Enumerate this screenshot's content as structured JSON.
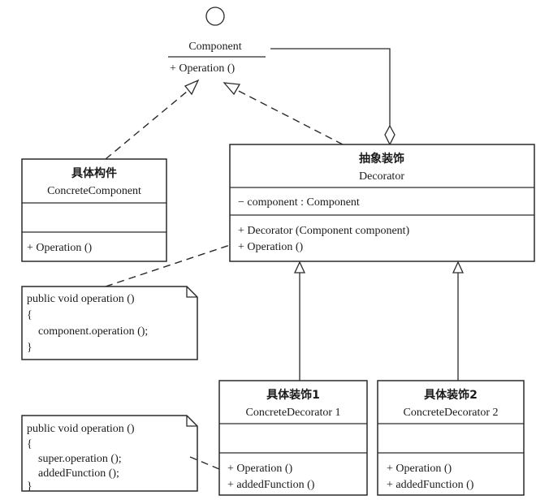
{
  "diagram": {
    "type": "UML class diagram (Decorator pattern)",
    "interface": {
      "name": "Component",
      "operations": [
        "+ Operation ()"
      ]
    },
    "concrete_component": {
      "name_cn": "具体构件",
      "name_en": "ConcreteComponent",
      "attributes": [],
      "operations": [
        "+ Operation ()"
      ]
    },
    "decorator": {
      "name_cn": "抽象装饰",
      "name_en": "Decorator",
      "attributes": [
        "− component : Component"
      ],
      "operations": [
        "+ Decorator (Component component)",
        "+ Operation ()"
      ]
    },
    "concrete_decorator_1": {
      "name_cn": "具体装饰1",
      "name_en": "ConcreteDecorator  1",
      "attributes": [],
      "operations": [
        "+ Operation ()",
        "+ addedFunction ()"
      ]
    },
    "concrete_decorator_2": {
      "name_cn": "具体装饰2",
      "name_en": "ConcreteDecorator  2",
      "attributes": [],
      "operations": [
        "+ Operation ()",
        "+ addedFunction ()"
      ]
    },
    "note_decorator": {
      "lines": [
        "public void operation ()",
        "{",
        "   component.operation ();",
        "}"
      ]
    },
    "note_concrete_decorator": {
      "lines": [
        "public void operation ()",
        "{",
        "   super.operation ();",
        "   addedFunction ();",
        "}"
      ]
    },
    "relationships": [
      {
        "from": "ConcreteComponent",
        "to": "Component",
        "kind": "realization"
      },
      {
        "from": "Decorator",
        "to": "Component",
        "kind": "realization"
      },
      {
        "from": "Decorator",
        "to": "Component",
        "kind": "aggregation"
      },
      {
        "from": "ConcreteDecorator 1",
        "to": "Decorator",
        "kind": "generalization"
      },
      {
        "from": "ConcreteDecorator 2",
        "to": "Decorator",
        "kind": "generalization"
      },
      {
        "from": "note_decorator",
        "to": "Decorator",
        "kind": "note-link"
      },
      {
        "from": "note_concrete_decorator",
        "to": "ConcreteDecorator 1",
        "kind": "note-link"
      }
    ]
  }
}
